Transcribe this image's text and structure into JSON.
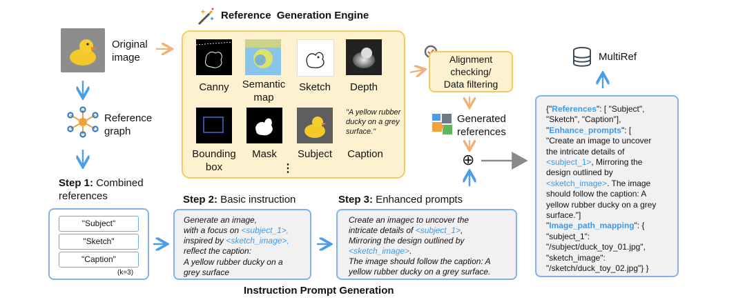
{
  "engine": {
    "title": "Reference  Generation Engine"
  },
  "original_image": {
    "label": "Original\nimage"
  },
  "reference_graph": {
    "label": "Reference\ngraph"
  },
  "modalities": {
    "canny": "Canny",
    "semantic_map": "Semantic\nmap",
    "sketch": "Sketch",
    "depth": "Depth",
    "bounding_box": "Bounding\nbox",
    "mask": "Mask",
    "subject": "Subject",
    "caption": "Caption",
    "caption_quote": "\"A yellow rubber ducky on a grey surface.\"",
    "more": "⋮"
  },
  "alignment": {
    "label": "Alignment\nchecking/\nData filtering"
  },
  "generated": {
    "label": "Generated\nreferences"
  },
  "multiref": {
    "label": "MultiRef"
  },
  "plus": "⊕",
  "step1": {
    "bold": "Step 1:",
    "rest": " Combined\nreferences",
    "pills": [
      "\"Subject\"",
      "\"Sketch\"",
      "\"Caption\""
    ],
    "k": "(k=3)"
  },
  "step2": {
    "bold": "Step 2:",
    "rest": " Basic instruction",
    "l1": "Generate an image,",
    "l2a": "with a focus on ",
    "l2b": "<subject_1>,",
    "l3a": "inspired by ",
    "l3b": "<sketch_image>,",
    "l4": "reflect the caption:",
    "l5": "A yellow rubber ducky on a",
    "l6": "grey surface"
  },
  "step3": {
    "bold": "Step 3:",
    "rest": " Enhanced prompts",
    "l1": "Create an imagec to uncover the",
    "l2a": "intricate details of ",
    "l2b": "<subject_1>",
    "l2c": ",",
    "l3": "Mirroring the design outlined by",
    "l4a": "<sketch_image>",
    "l4b": ".",
    "l5": "The image should follow the caption: A",
    "l6": "yellow rubber ducky on a grey surface."
  },
  "footer": "Instruction Prompt Generation",
  "json_panel": {
    "j1a": "{\"",
    "j1b": "References",
    "j1c": "\": [ \"Subject\",",
    "j2": "\"Sketch\", \"Caption\"],",
    "j3a": "\"",
    "j3b": "Enhance_prompts",
    "j3c": "\": [",
    "j4": "\"Create an image to uncover",
    "j5": "the intricate details of",
    "j6a": "<subject_1>",
    "j6b": ", Mirroring the",
    "j7": "design outlined by",
    "j8a": "<sketch_image>",
    "j8b": ". The image",
    "j9": "should follow the caption: A",
    "j10": "yellow rubber ducky on a grey",
    "j11": "surface.\"]",
    "j12a": "\"",
    "j12b": "Image_path_mapping",
    "j12c": "\": {",
    "j13": "\"subject_1\":",
    "j14": "\"/subject/duck_toy_01.jpg\",",
    "j15": "\"sketch_image\":",
    "j16": "\"/sketch/duck_toy_02.jpg\"} }"
  },
  "colors": {
    "engine_fill": "#fdf1cf",
    "engine_border": "#f2ca62",
    "blue_arrow": "#4a9de6",
    "orange_arrow": "#f0b27a",
    "highlight": "#3b9ae8",
    "gray_arrow": "#8a8a8a"
  }
}
